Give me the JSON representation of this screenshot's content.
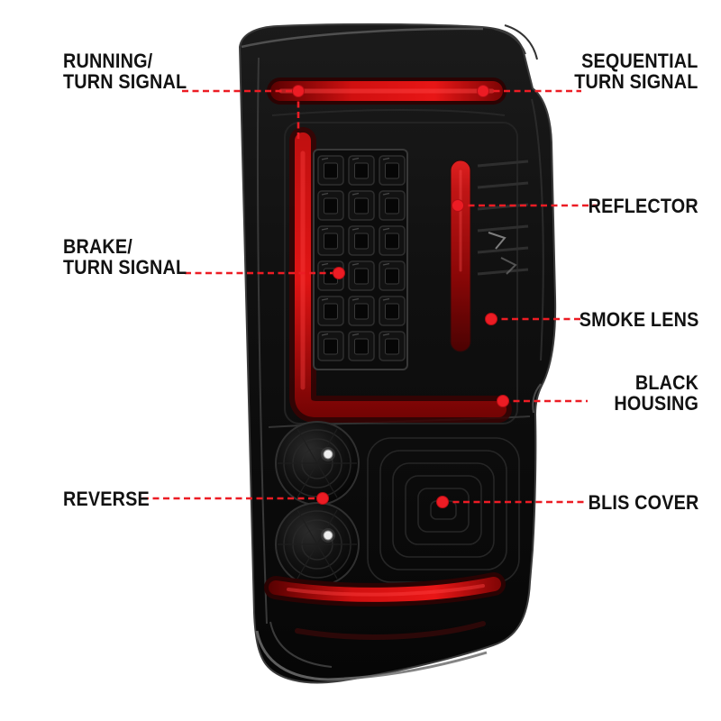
{
  "theme": {
    "page-bg": "#ffffff",
    "text-black": "#121212",
    "callout-red": "#ec1c24",
    "housing-black": "#0b0b0b",
    "lamp-red": "#d81212",
    "lamp-red-dark": "#6e0202"
  },
  "callouts": [
    {
      "id": "running-turn-signal",
      "side": "left",
      "lines": [
        "RUNNING/",
        "TURN SIGNAL"
      ]
    },
    {
      "id": "sequential-turn-signal",
      "side": "right",
      "lines": [
        "SEQUENTIAL",
        "TURN SIGNAL"
      ]
    },
    {
      "id": "reflector",
      "side": "right",
      "lines": [
        "REFLECTOR"
      ]
    },
    {
      "id": "brake-turn-signal",
      "side": "left",
      "lines": [
        "BRAKE/",
        "TURN SIGNAL"
      ]
    },
    {
      "id": "smoke-lens",
      "side": "right",
      "lines": [
        "SMOKE LENS"
      ]
    },
    {
      "id": "black-housing",
      "side": "right",
      "lines": [
        "BLACK",
        "HOUSING"
      ]
    },
    {
      "id": "reverse",
      "side": "left",
      "lines": [
        "REVERSE"
      ]
    },
    {
      "id": "blis-cover",
      "side": "right",
      "lines": [
        "BLIS COVER"
      ]
    }
  ]
}
